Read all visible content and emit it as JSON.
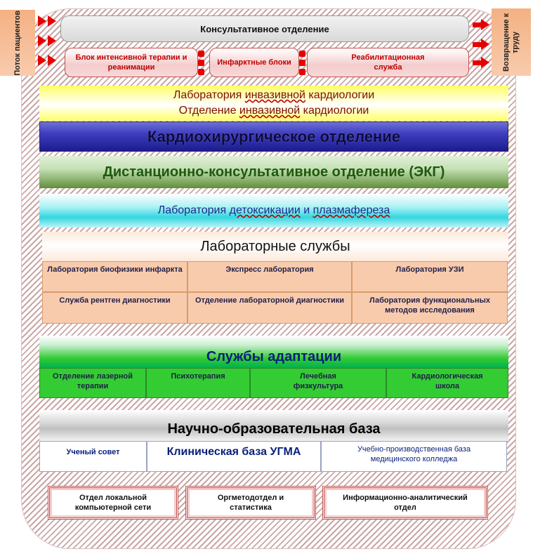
{
  "side": {
    "left": "Поток пациентов",
    "right": "Возвращение к труду"
  },
  "top": {
    "consult": "Консультативное отделение",
    "units": [
      "Блок интенсивной терапии и реанимации",
      "Инфарктные блоки",
      "Реабилитационная служба"
    ]
  },
  "invasive": {
    "line1_pre": "Лаборатория ",
    "line1_u": "инвазивной",
    "line1_post": " кардиологии",
    "line2_pre": "Отделение ",
    "line2_u": "инвазивной",
    "line2_post": " кардиологии"
  },
  "cardiosurgery": "Кардиохирургическое отделение",
  "distance": "Дистанционно-консультативное отделение (ЭКГ)",
  "detox": {
    "pre": "Лаборатория ",
    "u1": "детоксикации",
    "mid": " и ",
    "u2": "плазмафереза"
  },
  "lab": {
    "title": "Лабораторные службы",
    "row1": [
      "Лаборатория биофизики инфаркта",
      "Экспресс лаборатория",
      "Лаборатория УЗИ"
    ],
    "row2": [
      "Служба рентген диагностики",
      "Отделение лабораторной диагностики",
      "Лаборатория функциональных методов исследования"
    ]
  },
  "adaptation": {
    "title": "Службы адаптации",
    "items": [
      "Отделение лазерной терапии",
      "Психотерапия",
      "Лечебная физкультура",
      "Кардиологическая школа"
    ]
  },
  "science": {
    "title": "Научно-образовательная база",
    "items": [
      "Ученый совет",
      "Клиническая база УГМА",
      "Учебно-производственная база медицинского колледжа"
    ]
  },
  "bottom": [
    "Отдел локальной компьютерной сети",
    "Оргметодотдел и статистика",
    "Информационно-аналитический отдел"
  ],
  "colors": {
    "arrow": "#e60000",
    "accent_red": "#c00000",
    "cardiosurgery": "#3d3dbf",
    "adaptation": "#33cc33",
    "lab_cells": "#f8cbad"
  }
}
